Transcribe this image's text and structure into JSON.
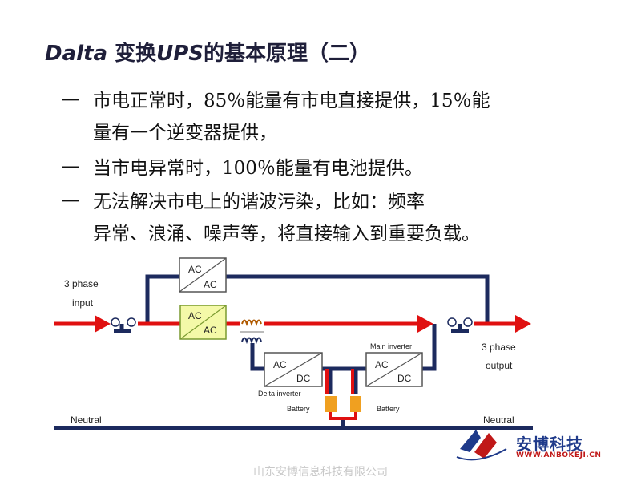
{
  "title": {
    "en": "Dalta",
    "zh": " 变换",
    "ups": "UPS",
    "rest": "的基本原理（二）"
  },
  "bullets": [
    {
      "dash": "一",
      "text": "市电正常时，85％能量有市电直接提供，15％能",
      "cont": "量有一个逆变器提供，"
    },
    {
      "dash": "一",
      "text": "当市电异常时，100％能量有电池提供。",
      "cont": ""
    },
    {
      "dash": "一",
      "text": "无法解决市电上的谐波污染，比如：频率",
      "cont": "异常、浪涌、噪声等，将直接输入到重要负载。"
    }
  ],
  "diagram": {
    "input_label_1": "3  phase",
    "input_label_2": "input",
    "output_label_1": "3  phase",
    "output_label_2": "output",
    "box_top": {
      "in": "AC",
      "out": "AC"
    },
    "box_green": {
      "in": "AC",
      "out": "AC"
    },
    "delta": {
      "in": "AC",
      "out": "DC"
    },
    "main": {
      "in": "AC",
      "out": "DC"
    },
    "delta_label": "Delta inverter",
    "main_label": "Main inverter",
    "battery_left": "Battery",
    "battery_right": "Battery",
    "neutral_left": "Neutral",
    "neutral_right": "Neutral",
    "colors": {
      "line": "#1c2a5e",
      "arrow": "#e01010",
      "battery": "#f0a020",
      "green": "#f4f9a8"
    }
  },
  "footer": "山东安博信息科技有限公司",
  "logo": {
    "name": "安博科技",
    "url": "WWW.ANBOKEJI.CN"
  }
}
